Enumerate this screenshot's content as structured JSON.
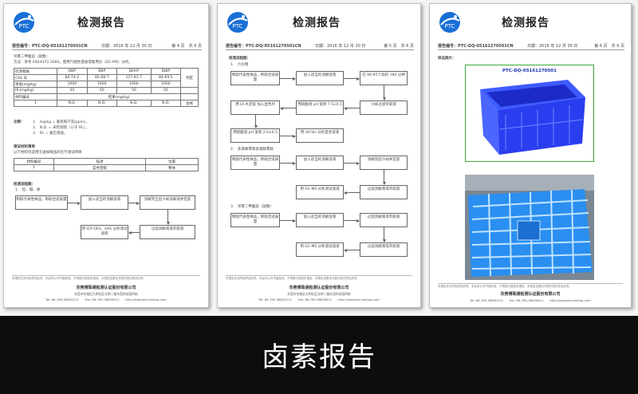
{
  "banner": {
    "title": "卤素报告"
  },
  "report_title": "检测报告",
  "logo_text": "PTC",
  "brand_color": "#1a6fd6",
  "pages": [
    {
      "report_no_label": "报告编号：PTC-DQ-05161270501CN",
      "date": "日期：2016 年 12 月 30 日",
      "page_no": "第 4 页　共 6 页"
    },
    {
      "report_no_label": "报告编号：PTC-DQ-05161270501CN",
      "date": "日期：2016 年 12 月 30 日",
      "page_no": "第 5 页　共 6 页"
    },
    {
      "report_no_label": "报告编号：PTC-DQ-05161270501CN",
      "date": "日期：2016 年 12 月 30 日",
      "page_no": "第 6 页　共 6 页"
    }
  ],
  "page1": {
    "section": "邻苯二甲酸盐（就数）",
    "method": "方法：参考 EN14372:2004，使用气相色谱质谱联用仪（GC-MS）分析。",
    "table_head": [
      "检测物质",
      "DBP",
      "BBP",
      "DEHP",
      "DIBP",
      ""
    ],
    "table_rows": [
      [
        "CAS 号",
        "84-74-2",
        "85-68-7",
        "117-81-7",
        "84-69-5",
        "判定"
      ],
      [
        "限值(mg/kg)",
        "1000",
        "1000",
        "1000",
        "1000",
        ""
      ],
      [
        "RL(mg/kg)",
        "50",
        "50",
        "50",
        "50",
        ""
      ],
      [
        "材料编号",
        "结果(mg/kg)",
        "",
        "",
        "",
        ""
      ],
      [
        "1",
        "N.D.",
        "N.D.",
        "N.D.",
        "N.D.",
        "合格"
      ]
    ],
    "notes_label": "注释：",
    "notes": [
      "1.　mg/kg = 毫克每千克(ppm)。",
      "2.　N.D. = 未检测到（小于 RL）。",
      "3.　RL = 报告限值。"
    ],
    "material_title": "测试材料清单",
    "material_desc": "以下材料仅适用于送样样品的化学测试项目",
    "material_head": [
      "材料编号",
      "描述",
      "位置"
    ],
    "material_row": [
      "1",
      "蓝色塑胶",
      "整体"
    ],
    "flow_title": "检测流程图：",
    "flow_item": "1.　铅、镉、汞",
    "flow_boxes": [
      "制取代表性样品，称取合适质量",
      "加入适当的消解溶液",
      "消解完全后冷却消解液并定容",
      "过滤消解液或萃取液",
      "用 ICP-OES、AAS 分析测试溶液"
    ]
  },
  "page2": {
    "flow_title": "检测流程图：",
    "items": [
      "1.　六价铬",
      "2.　多溴联苯和多溴联苯醚",
      "3.　邻苯二甲酸盐（就数）"
    ],
    "flow1": [
      "制取代表性样品，称取合适质量",
      "加入适当的消解溶液",
      "在 90-95℃加热 180 分钟",
      "冷却过滤萃取液",
      "用硝酸调 pH 值到 7.5±0.5",
      "用 DI 水定容 加入显色剂",
      "用硫酸调 pH 值到 2.0±0.5",
      "用 UV-Vis 分析显色溶液"
    ],
    "flow2": [
      "制取代表性样品，称取合适质量",
      "加入适当的消解溶液",
      "消解完后冷却并定容",
      "用 GC-MS 分析测试溶液",
      "过滤消解液或萃取液"
    ],
    "flow3": [
      "制取代表性样品，称取合适质量",
      "加入适当的消解溶液",
      "过滤消解液或萃取液",
      "用 GC-MS 分析测试溶液"
    ]
  },
  "page3": {
    "section": "样品照片：",
    "photo_label": "PTC-DQ-05161270501"
  },
  "footer": {
    "note": "本报告仅对所检样品负责。未经本公司书面批准，不得部分复制本报告。本报告结果仅对委托测试样品负责。",
    "company": "东莞博珠通检测认证股份有限公司",
    "address": "东莞市东城区光明社区光明二路东莞科技园四栋",
    "tel": "Tel: 86-769-38650211　　Fax: 86-769-38650611　　http://www.ptc-testing.com"
  }
}
